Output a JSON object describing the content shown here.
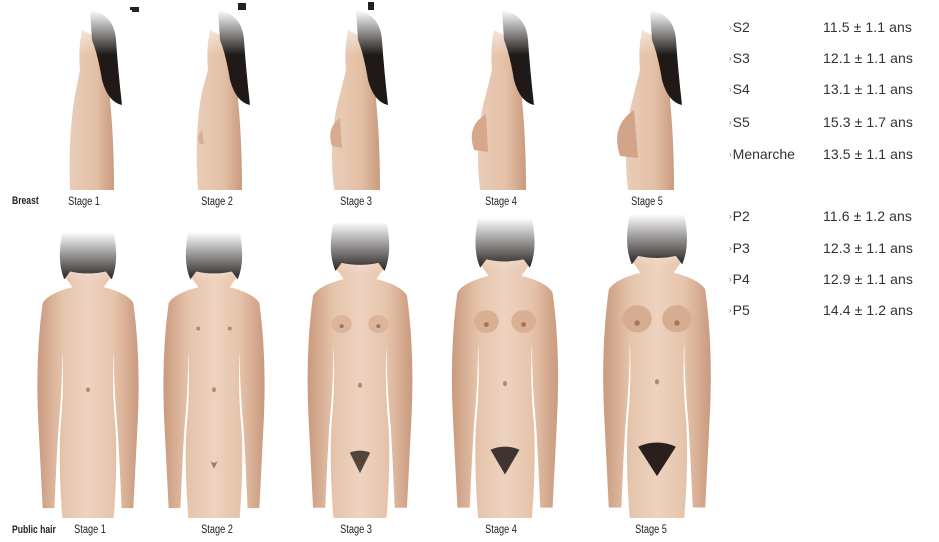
{
  "rows": {
    "breast_label": "Breast",
    "pubic_label": "Public hair"
  },
  "stages": [
    "Stage 1",
    "Stage 2",
    "Stage 3",
    "Stage 4",
    "Stage 5"
  ],
  "breast_stats": [
    {
      "name": "S2",
      "value": "11.5 ± 1.1 ans"
    },
    {
      "name": "S3",
      "value": "12.1 ± 1.1 ans"
    },
    {
      "name": "S4",
      "value": "13.1 ± 1.1 ans"
    },
    {
      "name": "S5",
      "value": "15.3 ± 1.7 ans"
    },
    {
      "name": "Menarche",
      "value": "13.5 ± 1.1 ans"
    }
  ],
  "pubic_stats": [
    {
      "name": "P2",
      "value": "11.6 ± 1.2 ans"
    },
    {
      "name": "P3",
      "value": "12.3 ± 1.1 ans"
    },
    {
      "name": "P4",
      "value": "12.9 ± 1.1 ans"
    },
    {
      "name": "P5",
      "value": "14.4 ± 1.2 ans"
    }
  ],
  "colors": {
    "skin_light": "#ecd2bf",
    "skin_mid": "#dcb59b",
    "skin_shadow": "#b8876c",
    "hair": "#1f1a18",
    "text": "#333333"
  },
  "icons": {
    "bullet": "small-arrow-bullet-icon"
  }
}
